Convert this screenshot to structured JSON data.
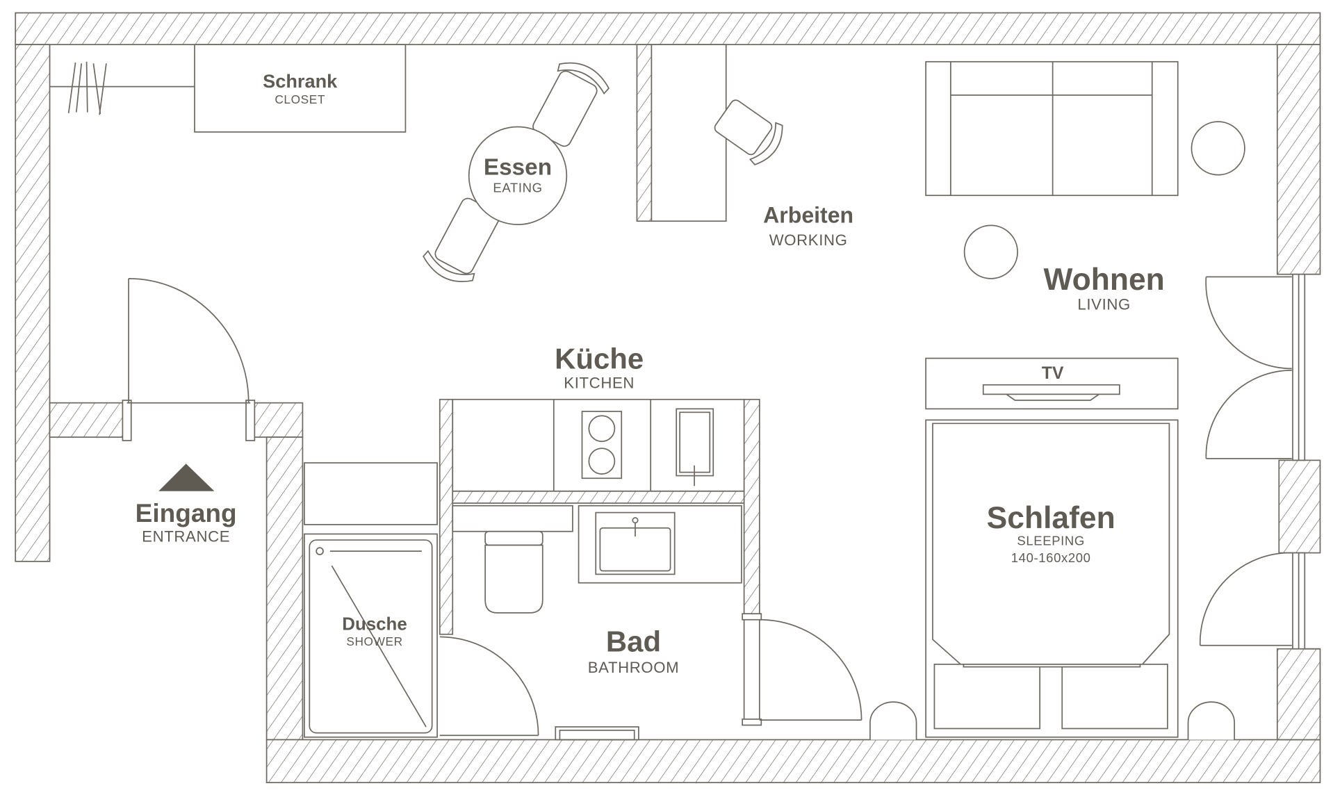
{
  "colors": {
    "line": "#6e6a62",
    "text": "#5f5b53",
    "background": "#ffffff"
  },
  "rooms": {
    "closet": {
      "title": "Schrank",
      "subtitle": "CLOSET"
    },
    "eating": {
      "title": "Essen",
      "subtitle": "EATING"
    },
    "working": {
      "title": "Arbeiten",
      "subtitle": "WORKING"
    },
    "living": {
      "title": "Wohnen",
      "subtitle": "LIVING"
    },
    "kitchen": {
      "title": "Küche",
      "subtitle": "KITCHEN"
    },
    "tv": {
      "title": "TV"
    },
    "sleeping": {
      "title": "Schlafen",
      "subtitle": "SLEEPING",
      "size": "140-160x200"
    },
    "entrance": {
      "title": "Eingang",
      "subtitle": "ENTRANCE"
    },
    "shower": {
      "title": "Dusche",
      "subtitle": "SHOWER"
    },
    "bathroom": {
      "title": "Bad",
      "subtitle": "BATHROOM"
    }
  }
}
